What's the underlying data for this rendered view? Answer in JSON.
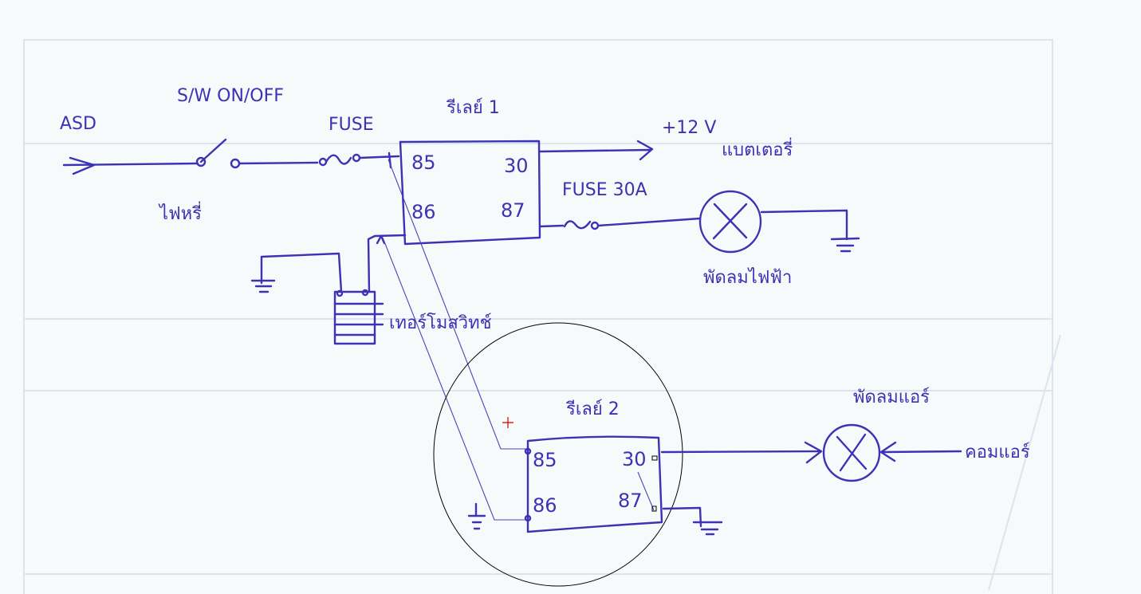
{
  "diagram": {
    "colors": {
      "ink": "#3b32b4",
      "paper": "#f7fafb",
      "marker": "#d00000"
    },
    "labels": {
      "asd": "ASD",
      "switch": "S/W ON/OFF",
      "switch_note": "ไฟหรี่",
      "fuse": "FUSE",
      "relay1": "รีเลย์ 1",
      "plus12v": "+12 V",
      "battery": "แบตเตอรี่",
      "fuse30a": "FUSE 30A",
      "fan_electric": "พัดลมไฟฟ้า",
      "thermo_switch": "เทอร์โมสวิทช์",
      "relay2": "รีเลย์ 2",
      "fan_air": "พัดลมแอร์",
      "comp_air": "คอมแอร์"
    },
    "relay1_pins": {
      "p85": "85",
      "p86": "86",
      "p30": "30",
      "p87": "87"
    },
    "relay2_pins": {
      "p85": "85",
      "p86": "86",
      "p30": "30",
      "p87": "87"
    }
  }
}
